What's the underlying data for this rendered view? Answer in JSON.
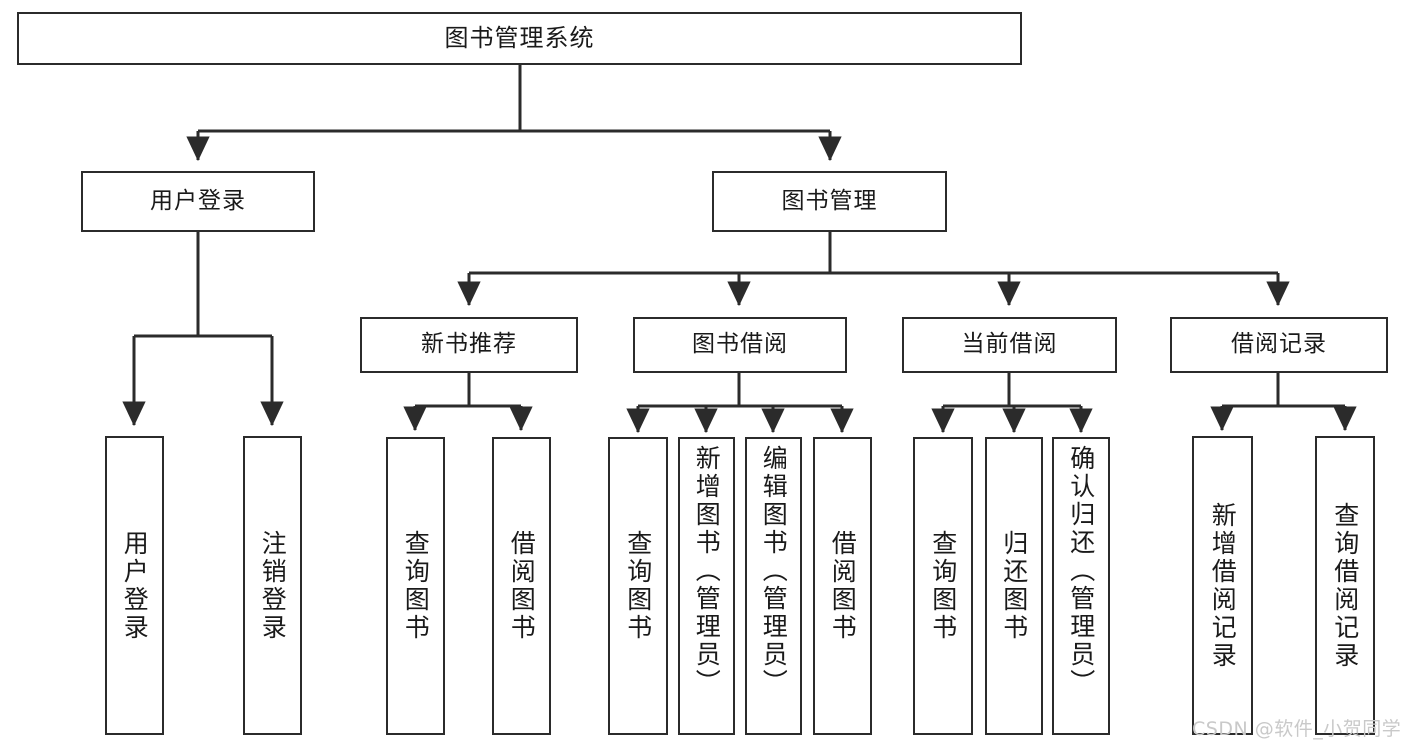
{
  "diagram": {
    "type": "tree-hierarchy",
    "title": "图书管理系统",
    "root": {
      "id": "root",
      "label": "图书管理系统"
    },
    "level2": [
      {
        "id": "user-login",
        "label": "用户登录"
      },
      {
        "id": "book-manage",
        "label": "图书管理"
      }
    ],
    "level3": [
      {
        "id": "new-book-recommend",
        "label": "新书推荐",
        "parent": "book-manage"
      },
      {
        "id": "book-borrow",
        "label": "图书借阅",
        "parent": "book-manage"
      },
      {
        "id": "current-borrow",
        "label": "当前借阅",
        "parent": "book-manage"
      },
      {
        "id": "borrow-record",
        "label": "借阅记录",
        "parent": "book-manage"
      }
    ],
    "leaves": [
      {
        "id": "leaf-user-login",
        "label": "用户登录",
        "parent": "user-login"
      },
      {
        "id": "leaf-logout",
        "label": "注销登录",
        "parent": "user-login"
      },
      {
        "id": "leaf-query-book-1",
        "label": "查询图书",
        "parent": "new-book-recommend"
      },
      {
        "id": "leaf-borrow-book-1",
        "label": "借阅图书",
        "parent": "new-book-recommend"
      },
      {
        "id": "leaf-query-book-2",
        "label": "查询图书",
        "parent": "book-borrow"
      },
      {
        "id": "leaf-add-book",
        "label": "新增图书（管理员）",
        "parent": "book-borrow"
      },
      {
        "id": "leaf-edit-book",
        "label": "编辑图书（管理员）",
        "parent": "book-borrow"
      },
      {
        "id": "leaf-borrow-book-2",
        "label": "借阅图书",
        "parent": "book-borrow"
      },
      {
        "id": "leaf-query-book-3",
        "label": "查询图书",
        "parent": "current-borrow"
      },
      {
        "id": "leaf-return-book",
        "label": "归还图书",
        "parent": "current-borrow"
      },
      {
        "id": "leaf-confirm-return",
        "label": "确认归还（管理员）",
        "parent": "current-borrow"
      },
      {
        "id": "leaf-add-record",
        "label": "新增借阅记录",
        "parent": "borrow-record"
      },
      {
        "id": "leaf-query-record",
        "label": "查询借阅记录",
        "parent": "borrow-record"
      }
    ],
    "colors": {
      "stroke": "#2b2b2b",
      "background": "#ffffff",
      "text": "#1a1a1a",
      "watermark": "#c9c9c9"
    }
  },
  "watermark": {
    "text": "CSDN @软件_小贺同学"
  }
}
